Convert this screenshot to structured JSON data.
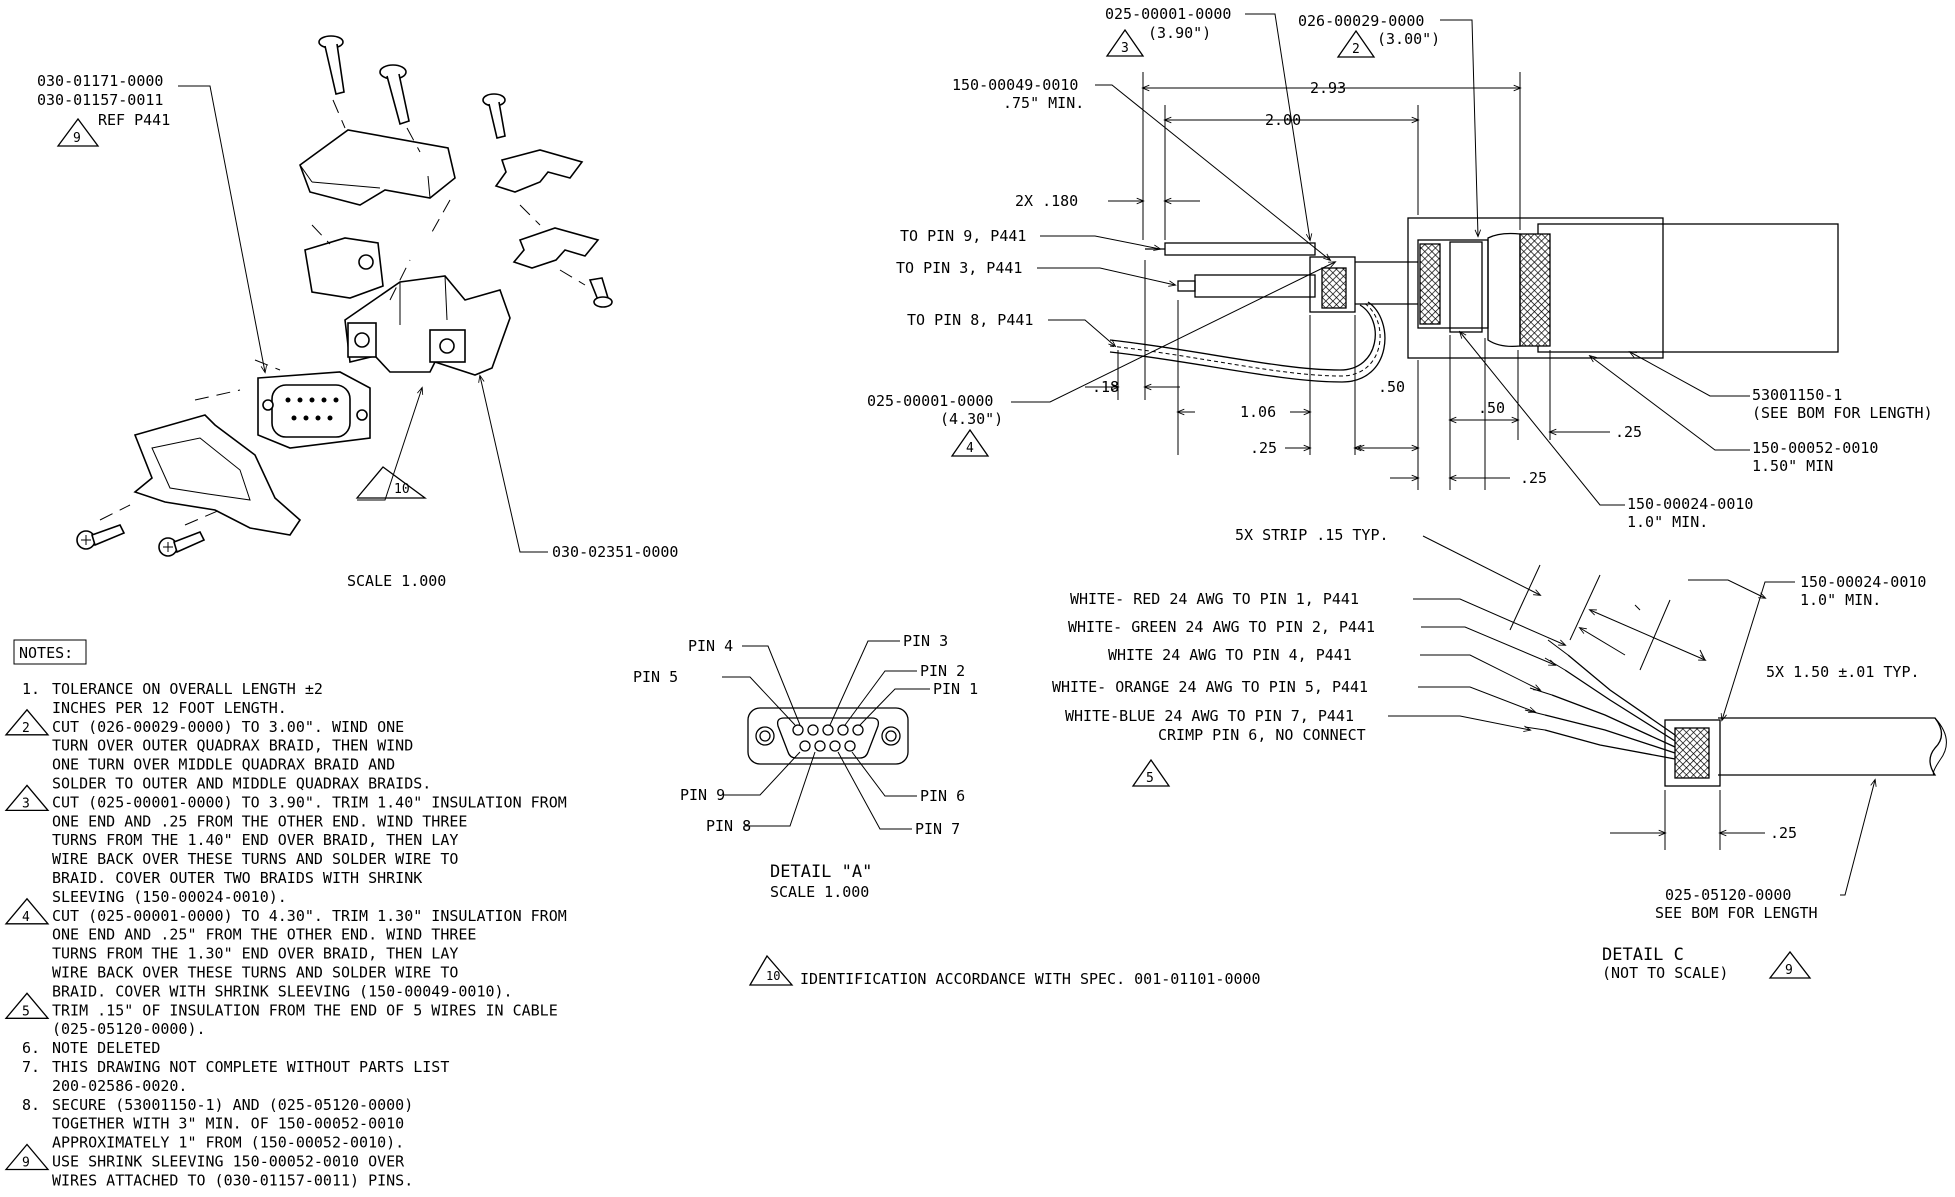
{
  "exploded_view": {
    "callout_part_ref": [
      "030-01171-0000",
      "030-01157-0011",
      "REF P441"
    ],
    "callout_part_ref_note": "9",
    "callout_backshell": "030-02351-0000",
    "callout_note_10": "10",
    "scale_label": "SCALE  1.000"
  },
  "cable_assembly": {
    "label_025_00001_top": "025-00001-0000",
    "label_025_00001_top_len": "(3.90\")",
    "label_025_00001_top_note": "3",
    "label_026_00029": "026-00029-0000",
    "label_026_00029_len": "(3.00\")",
    "label_026_00029_note": "2",
    "label_150_00049": "150-00049-0010",
    "label_150_00049_min": ".75\" MIN.",
    "dim_2_93": "2.93",
    "dim_2_00": "2.00",
    "dim_2x_180": "2X .180",
    "to_pin_9": "TO PIN 9, P441",
    "to_pin_3": "TO PIN 3, P441",
    "to_pin_8": "TO PIN 8, P441",
    "dim_18": ".18",
    "label_025_00001_bottom": "025-00001-0000",
    "label_025_00001_bottom_len": "(4.30\")",
    "label_025_00001_bottom_note": "4",
    "dim_106": "1.06",
    "dim_25_a": ".25",
    "dim_50_a": ".50",
    "dim_50_b": ".50",
    "dim_25_b": ".25",
    "dim_25_c": ".25",
    "label_53001150": "53001150-1",
    "label_53001150_sub": "(SEE BOM FOR LENGTH)",
    "label_150_00052": "150-00052-0010",
    "label_150_00052_min": "1.50\" MIN",
    "label_150_00024": "150-00024-0010",
    "label_150_00024_min": "1.0\" MIN."
  },
  "detail_c": {
    "strip_note": "5X  STRIP .15 TYP.",
    "wire_1": "WHITE- RED 24 AWG TO PIN 1, P441",
    "wire_2": "WHITE- GREEN 24 AWG TO PIN 2, P441",
    "wire_3": "WHITE 24 AWG TO PIN 4, P441",
    "wire_4": "WHITE- ORANGE 24 AWG TO PIN 5, P441",
    "wire_5": "WHITE-BLUE 24 AWG TO PIN 7, P441",
    "crimp_note": "CRIMP PIN 6, NO CONNECT",
    "wires_note": "5",
    "sleeve_label": "150-00024-0010",
    "sleeve_min": "1.0\" MIN.",
    "dim_5x": "5X  1.50 ±.01 TYP.",
    "dim_25": ".25",
    "cable_label": "025-05120-0000",
    "cable_sub": "SEE BOM FOR LENGTH",
    "title": "DETAIL C",
    "subtitle": "(NOT TO SCALE)",
    "title_note": "9"
  },
  "detail_a": {
    "pin_4": "PIN 4",
    "pin_3": "PIN 3",
    "pin_5": "PIN 5",
    "pin_2": "PIN 2",
    "pin_1": "PIN 1",
    "pin_9": "PIN 9",
    "pin_6": "PIN 6",
    "pin_8": "PIN 8",
    "pin_7": "PIN 7",
    "title": "DETAIL \"A\"",
    "scale": "SCALE  1.000"
  },
  "identification_note": {
    "number": "10",
    "text": "IDENTIFICATION ACCORDANCE WITH SPEC. 001-01101-0000"
  },
  "notes": {
    "header": "NOTES:",
    "lines": [
      {
        "prefix": "1.",
        "text": "TOLERANCE ON OVERALL LENGTH ±2"
      },
      {
        "prefix": "",
        "text": "INCHES PER 12 FOOT LENGTH."
      },
      {
        "prefix": "2",
        "text": "CUT (026-00029-0000) TO 3.00\".  WIND ONE"
      },
      {
        "prefix": "",
        "text": "TURN OVER OUTER QUADRAX BRAID, THEN WIND"
      },
      {
        "prefix": "",
        "text": "ONE TURN OVER MIDDLE QUADRAX BRAID AND"
      },
      {
        "prefix": "",
        "text": "SOLDER TO OUTER AND MIDDLE QUADRAX BRAIDS."
      },
      {
        "prefix": "3",
        "text": "CUT (025-00001-0000) TO 3.90\".   TRIM 1.40\" INSULATION FROM"
      },
      {
        "prefix": "",
        "text": "ONE END AND .25 FROM THE OTHER END. WIND THREE"
      },
      {
        "prefix": "",
        "text": "TURNS FROM THE 1.40\" END OVER BRAID, THEN LAY"
      },
      {
        "prefix": "",
        "text": "WIRE BACK OVER THESE TURNS AND SOLDER WIRE TO"
      },
      {
        "prefix": "",
        "text": "BRAID. COVER OUTER TWO BRAIDS WITH SHRINK"
      },
      {
        "prefix": "",
        "text": "SLEEVING (150-00024-0010)."
      },
      {
        "prefix": "4",
        "text": "CUT (025-00001-0000) TO 4.30\".  TRIM 1.30\" INSULATION FROM"
      },
      {
        "prefix": "",
        "text": "ONE END AND .25\" FROM THE OTHER END. WIND THREE"
      },
      {
        "prefix": "",
        "text": "TURNS FROM THE 1.30\" END OVER BRAID, THEN LAY"
      },
      {
        "prefix": "",
        "text": "WIRE BACK OVER THESE TURNS AND SOLDER WIRE TO"
      },
      {
        "prefix": "",
        "text": "BRAID. COVER WITH SHRINK SLEEVING (150-00049-0010)."
      },
      {
        "prefix": "5",
        "text": "TRIM .15\" OF INSULATION FROM THE END OF 5 WIRES IN CABLE"
      },
      {
        "prefix": "",
        "text": "(025-05120-0000)."
      },
      {
        "prefix": "6.",
        "text": "NOTE DELETED"
      },
      {
        "prefix": "7.",
        "text": "THIS DRAWING NOT COMPLETE WITHOUT PARTS LIST"
      },
      {
        "prefix": "",
        "text": "200-02586-0020."
      },
      {
        "prefix": "8.",
        "text": "SECURE (53001150-1) AND (025-05120-0000)"
      },
      {
        "prefix": "",
        "text": "TOGETHER WITH 3\" MIN. OF 150-00052-0010"
      },
      {
        "prefix": "",
        "text": "APPROXIMATELY 1\" FROM (150-00052-0010)."
      },
      {
        "prefix": "9",
        "text": "USE SHRINK SLEEVING 150-00052-0010 OVER"
      },
      {
        "prefix": "",
        "text": "WIRES ATTACHED TO (030-01157-0011) PINS."
      }
    ]
  }
}
